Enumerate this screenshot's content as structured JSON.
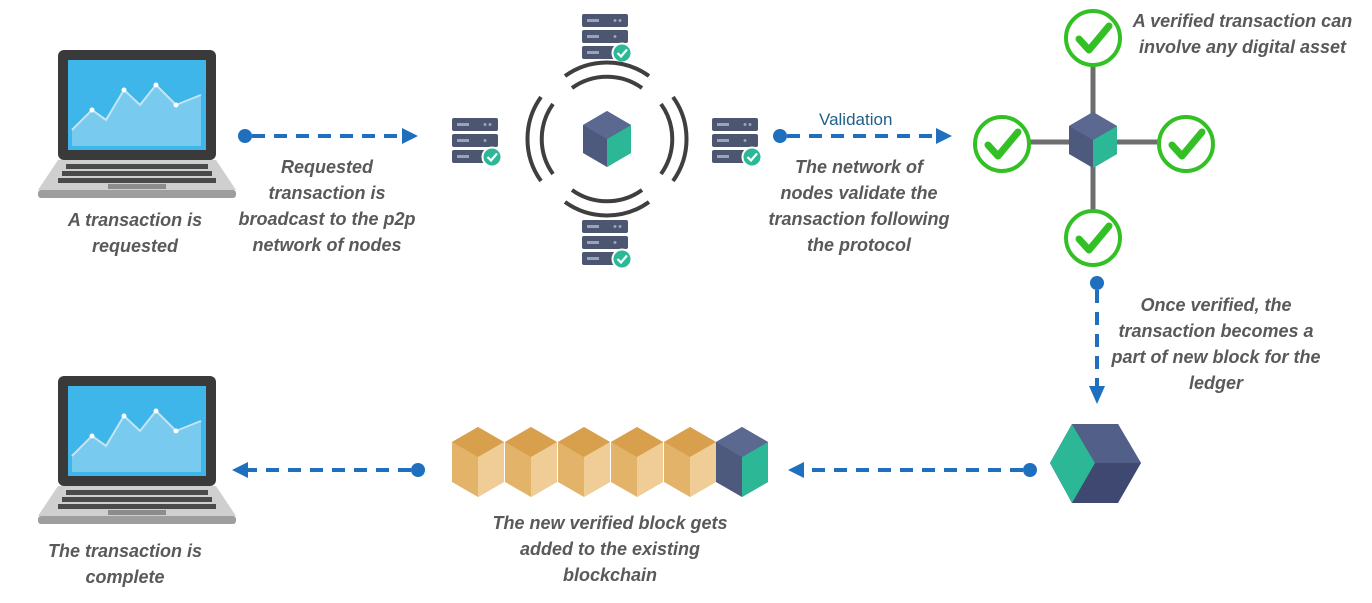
{
  "labels": {
    "requested": "A transaction is requested",
    "broadcast": "Requested transaction is broadcast to the p2p network of nodes",
    "validation": "Validation",
    "network_validate": "The network of nodes validate the transaction following the protocol",
    "verified_asset": "A verified transaction can involve any digital asset",
    "once_verified": "Once verified, the transaction becomes a part of new block for the ledger",
    "new_block": "The new verified block gets added to the existing blockchain",
    "complete": "The transaction is complete"
  },
  "colors": {
    "arrow": "#1f6fbf",
    "check": "#33c024",
    "cube_top": "#4e5a7d",
    "cube_side": "#2cb896",
    "server": "#4d5670",
    "gold_block": "#e4b36a"
  },
  "icons": [
    "laptop-icon",
    "server-icon",
    "cube-icon",
    "check-icon",
    "signal-waves-icon",
    "blockchain-icon"
  ]
}
